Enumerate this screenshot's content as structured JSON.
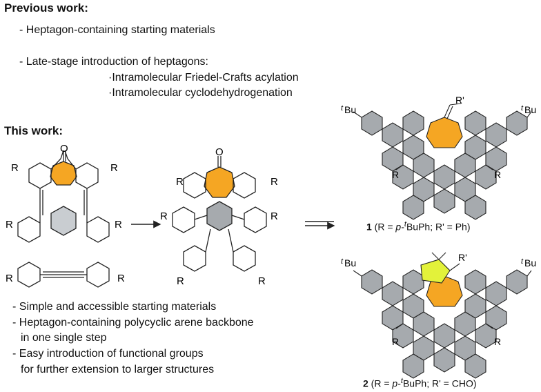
{
  "previous": {
    "heading": "Previous work:",
    "items": [
      "- Heptagon-containing starting materials",
      "- Late-stage introduction of heptagons:"
    ],
    "subitems": [
      "·Intramolecular Friedel-Crafts acylation",
      "·Intramolecular cyclodehydrogenation"
    ]
  },
  "this_work": {
    "heading": "This work:",
    "bullets": [
      "- Simple and accessible starting materials",
      "- Heptagon-containing polycyclic arene backbone",
      "in one single step",
      "- Easy introduction of functional groups",
      "for further extension to larger structures"
    ]
  },
  "atoms": {
    "oxygen": "O",
    "r": "R",
    "r_prime": "R'",
    "tbu_super": "t",
    "tbu_base": "Bu"
  },
  "compound1": {
    "number": "1",
    "open": " (R = ",
    "p": "p",
    "dash": "-",
    "tbu_super": "t",
    "rest": "BuPh; R' = Ph)"
  },
  "compound2": {
    "number": "2",
    "open": " (R = ",
    "p": "p",
    "dash": "-",
    "tbu_super": "t",
    "rest": "BuPh; R' = CHO)"
  },
  "colors": {
    "heptagon": "#F5A623",
    "pentagon": "#E3F23A",
    "ring_fill": "#A6AAAE",
    "bond": "#222222"
  }
}
